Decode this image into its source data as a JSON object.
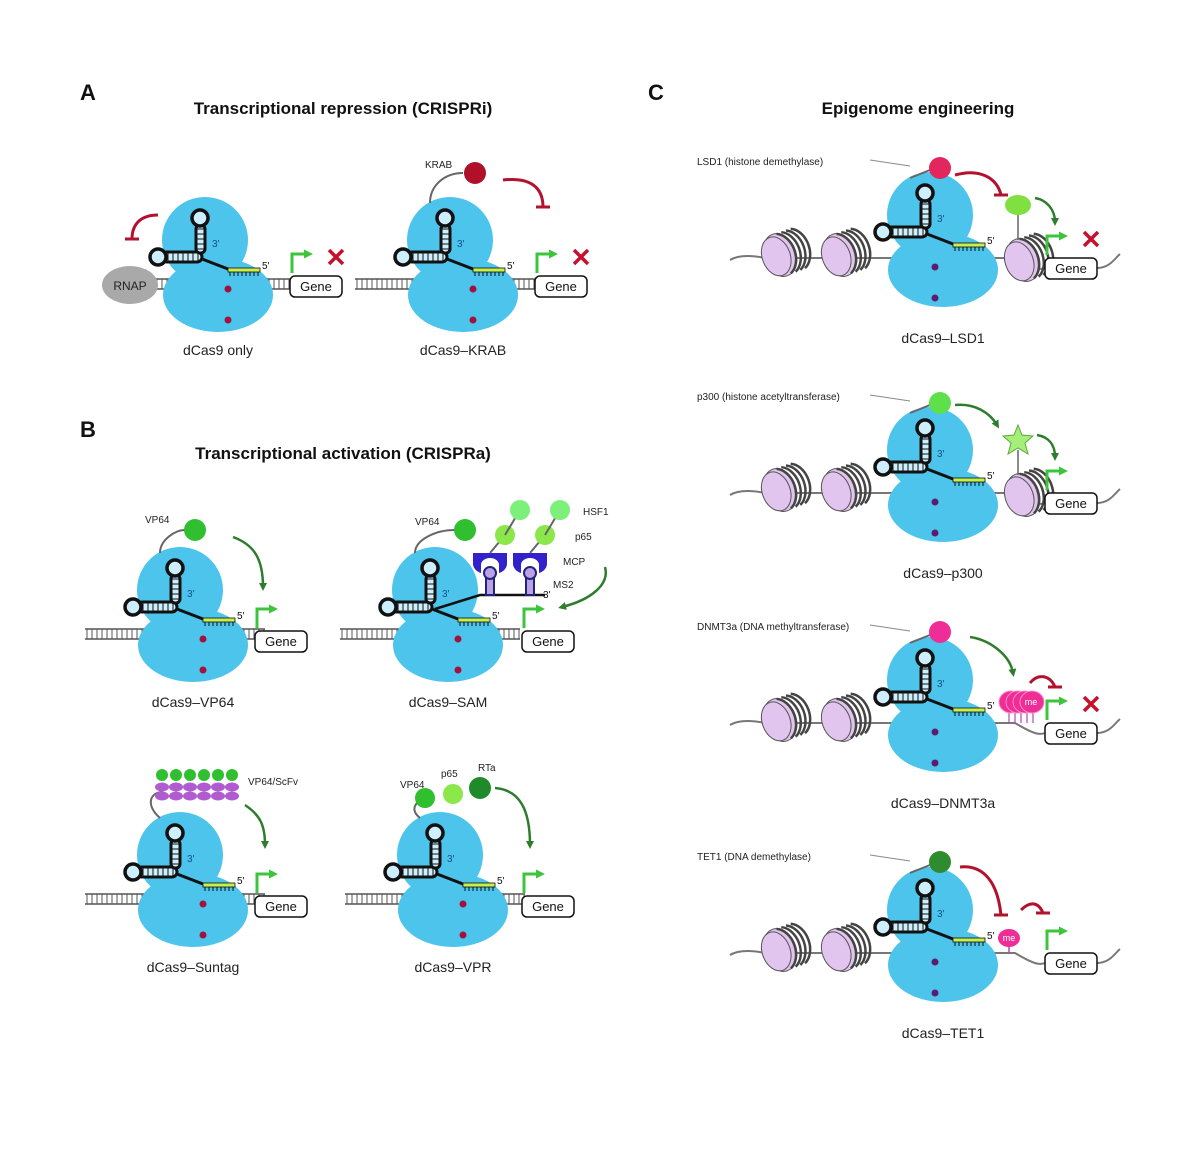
{
  "common": {
    "gene": "Gene",
    "three_prime": "3'",
    "five_prime": "5'",
    "rnap": "RNAP",
    "me": "me"
  },
  "colors": {
    "dcas9": "#4cc4ec",
    "activator": "#2fbf2f",
    "repressor": "#b0102a",
    "arrow_green": "#2e7d2e",
    "inhibit_red": "#b3122e",
    "nucleosome": "#e2c5ee",
    "methyl": "#ee2e96"
  },
  "panel_a": {
    "letter": "A",
    "title": "Transcriptional repression (CRISPRi)",
    "items": [
      {
        "caption": "dCas9 only"
      },
      {
        "caption": "dCas9–KRAB",
        "domain": "KRAB"
      }
    ]
  },
  "panel_b": {
    "letter": "B",
    "title": "Transcriptional activation (CRISPRa)",
    "items": [
      {
        "caption": "dCas9–VP64",
        "labels": [
          "VP64"
        ]
      },
      {
        "caption": "dCas9–SAM",
        "labels": [
          "VP64",
          "HSF1",
          "p65",
          "MCP",
          "MS2"
        ]
      },
      {
        "caption": "dCas9–Suntag",
        "labels": [
          "VP64/ScFv"
        ]
      },
      {
        "caption": "dCas9–VPR",
        "labels": [
          "VP64",
          "p65",
          "RTa"
        ]
      }
    ]
  },
  "panel_c": {
    "letter": "C",
    "title": "Epigenome engineering",
    "items": [
      {
        "caption": "dCas9–LSD1",
        "label": "LSD1 (histone demethylase)"
      },
      {
        "caption": "dCas9–p300",
        "label": "p300 (histone acetyltransferase)"
      },
      {
        "caption": "dCas9–DNMT3a",
        "label": "DNMT3a (DNA methyltransferase)"
      },
      {
        "caption": "dCas9–TET1",
        "label": "TET1 (DNA demethylase)"
      }
    ]
  }
}
